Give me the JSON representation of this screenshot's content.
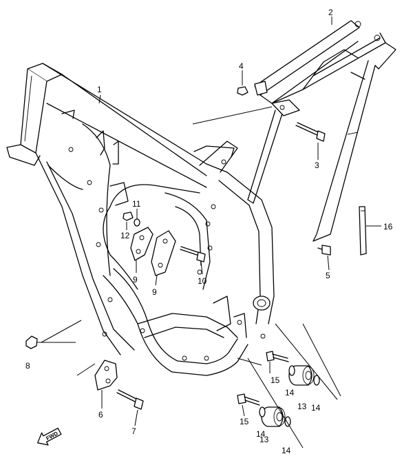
{
  "callouts": [
    {
      "id": "c1",
      "label": "1"
    },
    {
      "id": "c2",
      "label": "2"
    },
    {
      "id": "c3",
      "label": "3"
    },
    {
      "id": "c4",
      "label": "4"
    },
    {
      "id": "c5",
      "label": "5"
    },
    {
      "id": "c6",
      "label": "6"
    },
    {
      "id": "c7",
      "label": "7"
    },
    {
      "id": "c8",
      "label": "8"
    },
    {
      "id": "c9a",
      "label": "9"
    },
    {
      "id": "c9b",
      "label": "9"
    },
    {
      "id": "c10",
      "label": "10"
    },
    {
      "id": "c11",
      "label": "11"
    },
    {
      "id": "c12",
      "label": "12"
    },
    {
      "id": "c13a",
      "label": "13"
    },
    {
      "id": "c13b",
      "label": "13"
    },
    {
      "id": "c14a",
      "label": "14"
    },
    {
      "id": "c14b",
      "label": "14"
    },
    {
      "id": "c14c",
      "label": "14"
    },
    {
      "id": "c14d",
      "label": "14"
    },
    {
      "id": "c15a",
      "label": "15"
    },
    {
      "id": "c15b",
      "label": "15"
    },
    {
      "id": "c16",
      "label": "16"
    }
  ],
  "fwd_label": "FWD",
  "icons": {
    "direction": "fwd-arrow-icon"
  }
}
